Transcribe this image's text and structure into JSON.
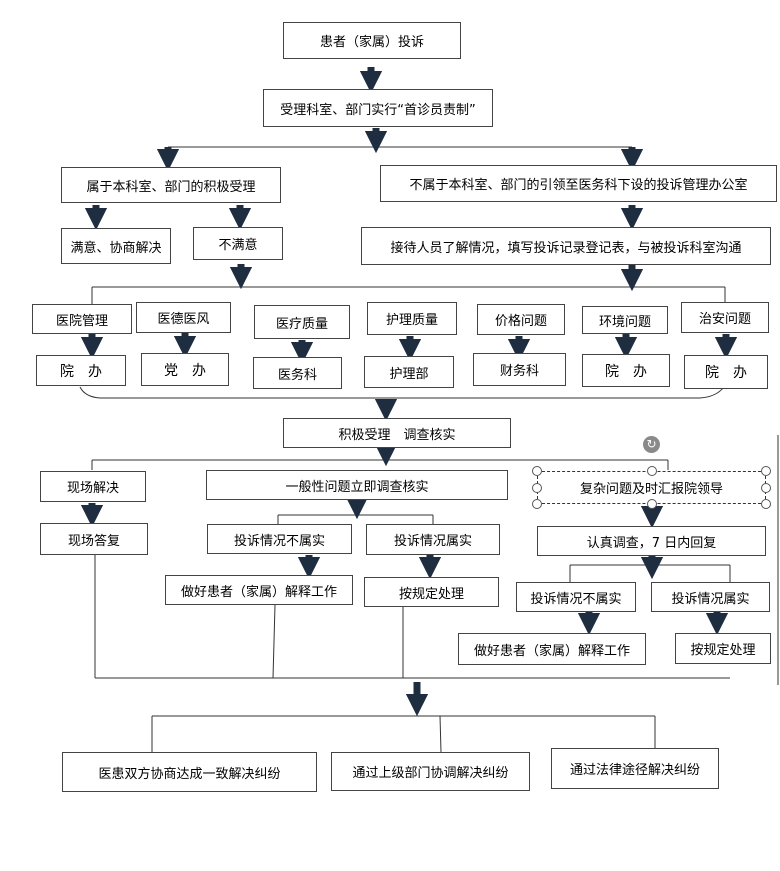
{
  "nodes": {
    "complaint": "患者（家属）投诉",
    "first_responsible": "受理科室、部门实行“首诊员责制”",
    "belongs_dept": "属于本科室、部门的积极受理",
    "not_belongs_dept": "不属于本科室、部门的引领至医务科下设的投诉管理办公室",
    "satisfied": "满意、协商解决",
    "not_satisfied": "不满意",
    "reception": "接待人员了解情况，填写投诉记录登记表，与被投诉科室沟通",
    "categories": [
      "医院管理",
      "医德医风",
      "医疗质量",
      "护理质量",
      "价格问题",
      "环境问题",
      "治安问题"
    ],
    "departments": [
      "院　办",
      "党　办",
      "医务科",
      "护理部",
      "财务科",
      "院　办",
      "院　办"
    ],
    "investigate": "积极受理　调查核实",
    "onsite_resolve": "现场解决",
    "onsite_reply": "现场答复",
    "general_issue": "一般性问题立即调查核实",
    "complex_issue": "复杂问题及时汇报院领导",
    "general_not_true": "投诉情况不属实",
    "general_true": "投诉情况属实",
    "general_explain": "做好患者（家属）解释工作",
    "general_handle": "按规定处理",
    "serious_investigation": "认真调查，7 日内回复",
    "complex_not_true": "投诉情况不属实",
    "complex_true": "投诉情况属实",
    "complex_explain": "做好患者（家属）解释工作",
    "complex_handle": "按规定处理",
    "outcome_negotiation": "医患双方协商达成一致解决纠纷",
    "outcome_superior": "通过上级部门协调解决纠纷",
    "outcome_legal": "通过法律途径解决纠纷"
  }
}
